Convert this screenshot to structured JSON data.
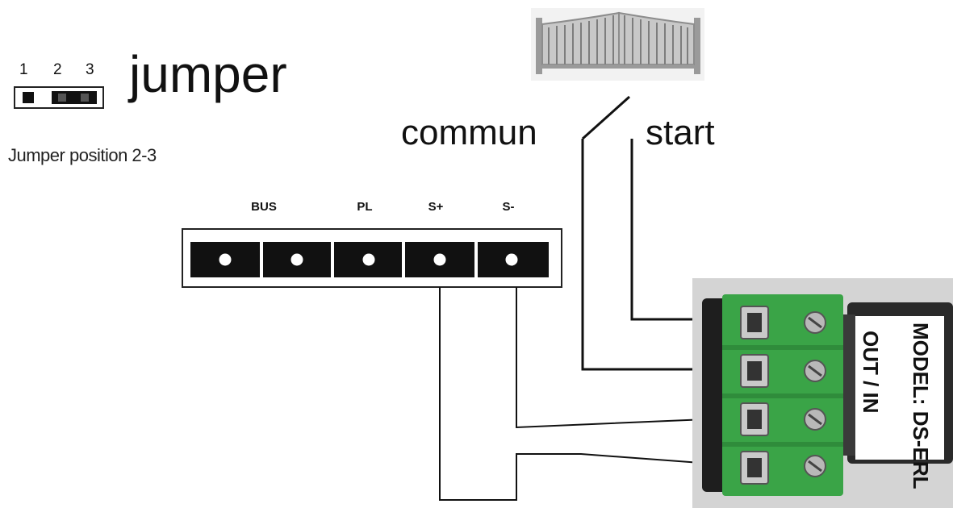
{
  "jumper": {
    "title": "jumper",
    "pin_numbers": [
      "1",
      "2",
      "3"
    ],
    "position_text": "Jumper position  2-3"
  },
  "terminal_block": {
    "labels": [
      "BUS",
      "PL",
      "S+",
      "S-"
    ]
  },
  "switch": {
    "left_label": "commun",
    "right_label": "start"
  },
  "module": {
    "model_text": "MODEL: DS-ERL",
    "port_text": "OUT / IN"
  },
  "colors": {
    "wire": "#111111",
    "terminal_green": "#3aa447",
    "module_body": "#2a2a2a",
    "gate": "#8c8c8c"
  }
}
